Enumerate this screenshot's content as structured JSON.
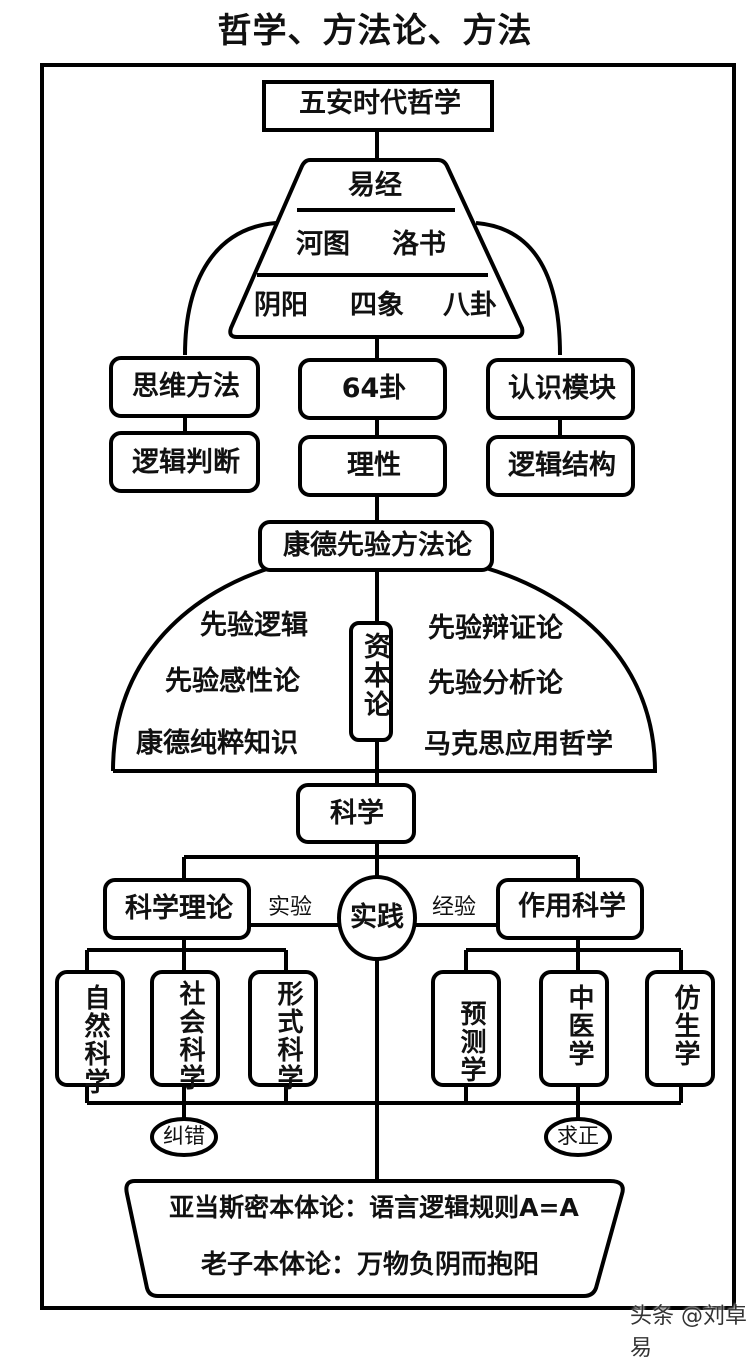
{
  "title": "哲学、方法论、方法",
  "root": "五安时代哲学",
  "yijing": {
    "top": "易经",
    "middle": [
      "河图",
      "洛书"
    ],
    "bottom": [
      "阴阳",
      "四象",
      "八卦"
    ]
  },
  "left_branch": [
    "思维方法",
    "逻辑判断"
  ],
  "center_branch": [
    "64卦",
    "理性"
  ],
  "right_branch": [
    "认识模块",
    "逻辑结构"
  ],
  "kant": {
    "title": "康德先验方法论",
    "left": [
      "先验逻辑",
      "先验感性论",
      "康德纯粹知识"
    ],
    "center": "资本论",
    "right": [
      "先验辩证论",
      "先验分析论",
      "马克思应用哲学"
    ]
  },
  "science": {
    "title": "科学",
    "theory": "科学理论",
    "practice": "实践",
    "applied": "作用科学",
    "link_left": "实验",
    "link_right": "经验",
    "theory_children": [
      "自然科学",
      "社会科学",
      "形式科学"
    ],
    "applied_children": [
      "预测学",
      "中医学",
      "仿生学"
    ],
    "left_oval": "纠错",
    "right_oval": "求正"
  },
  "ontology": {
    "line1": "亚当斯密本体论：语言逻辑规则A=A",
    "line2": "老子本体论：万物负阴而抱阳"
  },
  "watermark": "头条 @刘卓易",
  "colors": {
    "stroke": "#000000",
    "background": "#ffffff",
    "text": "#111111"
  }
}
